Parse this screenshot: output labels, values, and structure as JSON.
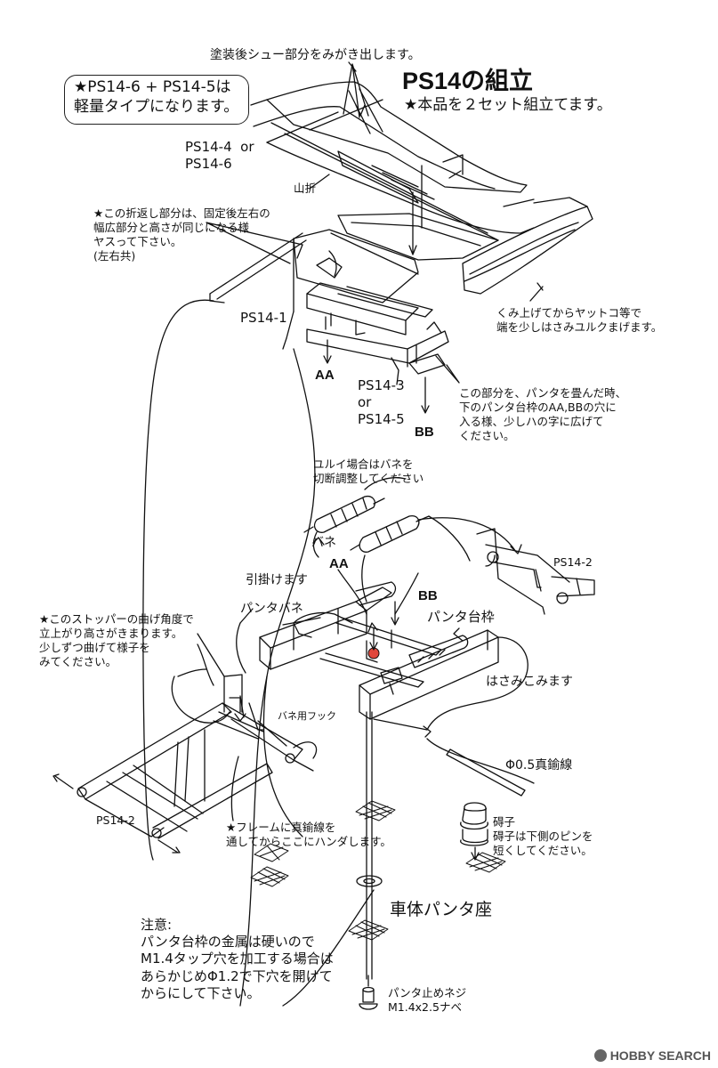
{
  "title": "PS14の組立",
  "subtitle": "★本品を２セット組立てます。",
  "light_type_note": "★PS14-6 + PS14-5は\n軽量タイプになります。",
  "shoe_note": "塗装後シュー部分をみがき出します。",
  "part_ps14_4_6": "PS14-4  or\nPS14-6",
  "yamaori": "山折",
  "fold_note": "★この折返し部分は、固定後左右の\n幅広部分と高さが同じになる様\nヤスって下さい。\n(左右共)",
  "part_ps14_1": "PS14-1",
  "label_aa_top": "AA",
  "label_bb_top": "BB",
  "part_ps14_3_5": "PS14-3\nor\nPS14-5",
  "bend_note": "くみ上げてからヤットコ等で\n端を少しはさみユルクまげます。",
  "spread_note": "この部分を、パンタを畳んだ時、\n下のパンタ台枠のAA,BBの穴に\n入る様、少しハの字に広げて\nください。",
  "spring_cut_note": "ユルイ場合はバネを\n切断調整してください",
  "spring": "バネ",
  "label_aa_mid": "AA",
  "label_bb_mid": "BB",
  "part_ps14_2_right": "PS14-2",
  "hook_on": "引掛けます",
  "panta_spring": "パンタバネ",
  "panta_frame": "パンタ台枠",
  "stopper_note": "★このストッパーの曲げ角度で\n立上がり高さがきまります。\n少しずつ曲げて様子を\nみてください。",
  "insert": "はさみこみます",
  "spring_hook": "バネ用フック",
  "brass_wire": "Φ0.5真鍮線",
  "insulator_note": "碍子\n碍子は下側のピンを\n短くしてください。",
  "part_ps14_2_left": "PS14-2",
  "solder_note": "★フレームに真鍮線を\n通してからここにハンダします。",
  "body_seat": "車体パンタ座",
  "caution_note": "注意:\nパンタ台枠の金属は硬いので\nM1.4タップ穴を加工する場合は\nあらかじめΦ1.2で下穴を開けて\nからにして下さい。",
  "screw_note": "パンタ止めネジ\nM1.4x2.5ナベ",
  "watermark": "HOBBY SEARCH",
  "colors": {
    "ink": "#111111",
    "marker": "#e0473c",
    "watermark": "#555555"
  }
}
